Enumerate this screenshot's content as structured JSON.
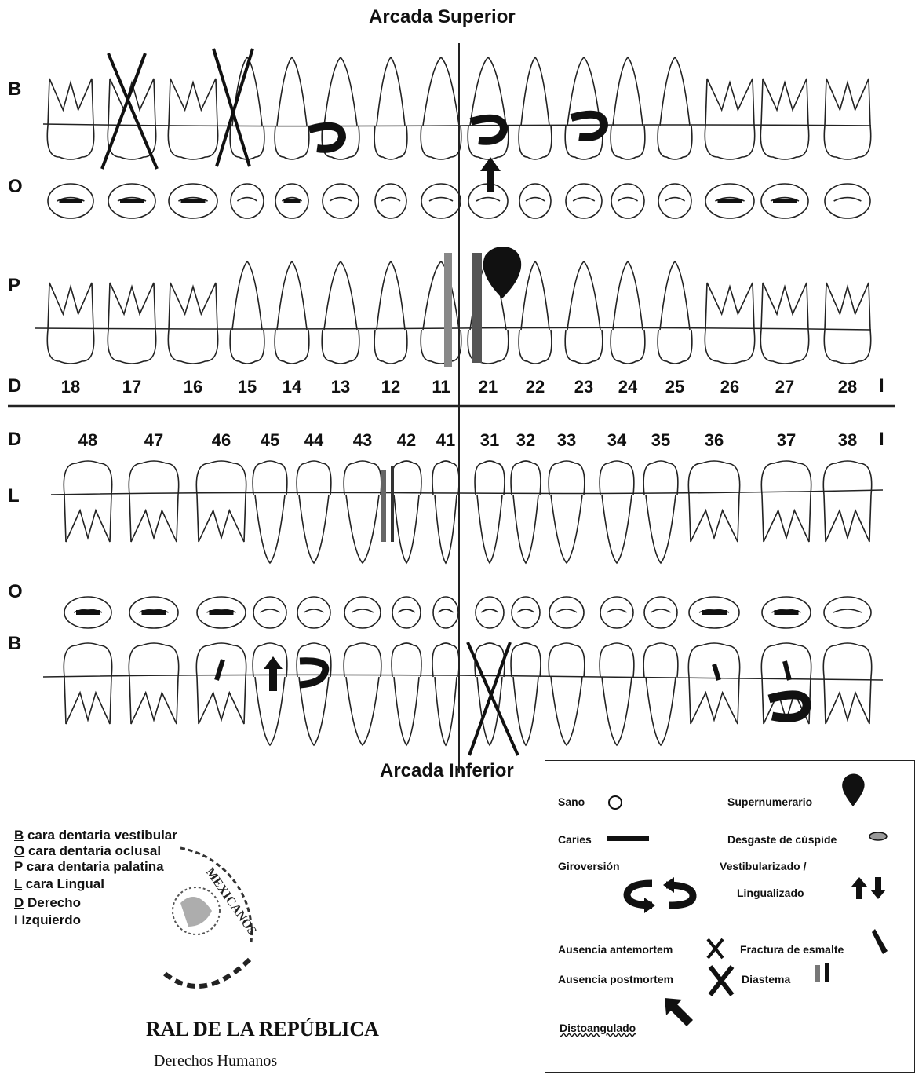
{
  "titles": {
    "upper": "Arcada Superior",
    "lower": "Arcada Inferior"
  },
  "row_labels": {
    "upper_b": "B",
    "upper_o": "O",
    "upper_p": "P",
    "upper_d": "D",
    "upper_i": "I",
    "lower_d": "D",
    "lower_i": "I",
    "lower_l": "L",
    "lower_o": "O",
    "lower_b": "B"
  },
  "upper_teeth": [
    "18",
    "17",
    "16",
    "15",
    "14",
    "13",
    "12",
    "11",
    "21",
    "22",
    "23",
    "24",
    "25",
    "26",
    "27",
    "28"
  ],
  "lower_teeth": [
    "48",
    "47",
    "46",
    "45",
    "44",
    "43",
    "42",
    "41",
    "31",
    "32",
    "33",
    "34",
    "35",
    "36",
    "37",
    "38"
  ],
  "key": [
    {
      "letter": "B",
      "text": " cara dentaria vestibular"
    },
    {
      "letter": "O",
      "text": " cara dentaria oclusal"
    },
    {
      "letter": "P",
      "text": " cara dentaria palatina"
    },
    {
      "letter": "L",
      "text": " cara Lingual"
    },
    {
      "letter": "D",
      "text": " Derecho"
    },
    {
      "letter": "I",
      "text": " Izquierdo"
    }
  ],
  "legend": {
    "sano": "Sano",
    "supernumerario": "Supernumerario",
    "caries": "Caries",
    "desgaste": "Desgaste de cúspide",
    "giroversion": "Giroversión",
    "vestibularizado": "Vestibularizado /",
    "lingualizado": "Lingualizado",
    "ausencia_ante": "Ausencia antemortem",
    "fractura": "Fractura de esmalte",
    "ausencia_post": "Ausencia postmortem",
    "diastema": "Diastema",
    "disto": "Distoangulado"
  },
  "seal": {
    "arc_text": "MEXICANOS",
    "line1": "RAL DE LA REPÚBLICA",
    "line2": "Derechos Humanos"
  }
}
